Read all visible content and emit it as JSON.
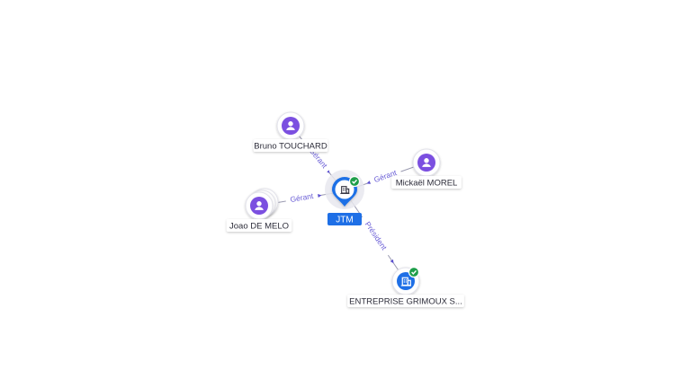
{
  "colors": {
    "person": "#7b4fe0",
    "company": "#1e6fe6",
    "center": "#1e6fe6",
    "check": "#1e9e4a",
    "edge": "#9a9ab0",
    "edge_label": "#6b5fd6",
    "label_text": "#2d2d3a"
  },
  "center": {
    "label": "JTM",
    "icon": "building-icon",
    "verified": true
  },
  "nodes": [
    {
      "id": "bruno",
      "label": "Bruno TOUCHARD",
      "kind": "person",
      "icon": "person-icon"
    },
    {
      "id": "mickael",
      "label": "Mickaël MOREL",
      "kind": "person",
      "icon": "person-icon"
    },
    {
      "id": "joao",
      "label": "Joao DE MELO",
      "kind": "person",
      "icon": "person-icon",
      "stacked": true
    },
    {
      "id": "grimoux",
      "label": "ENTREPRISE GRIMOUX S...",
      "kind": "company",
      "icon": "building-icon",
      "verified": true
    }
  ],
  "edges": [
    {
      "from": "bruno",
      "to": "center",
      "label": "Gérant"
    },
    {
      "from": "mickael",
      "to": "center",
      "label": "Gérant"
    },
    {
      "from": "joao",
      "to": "center",
      "label": "Gérant"
    },
    {
      "from": "center",
      "to": "grimoux",
      "label": "Président"
    }
  ]
}
